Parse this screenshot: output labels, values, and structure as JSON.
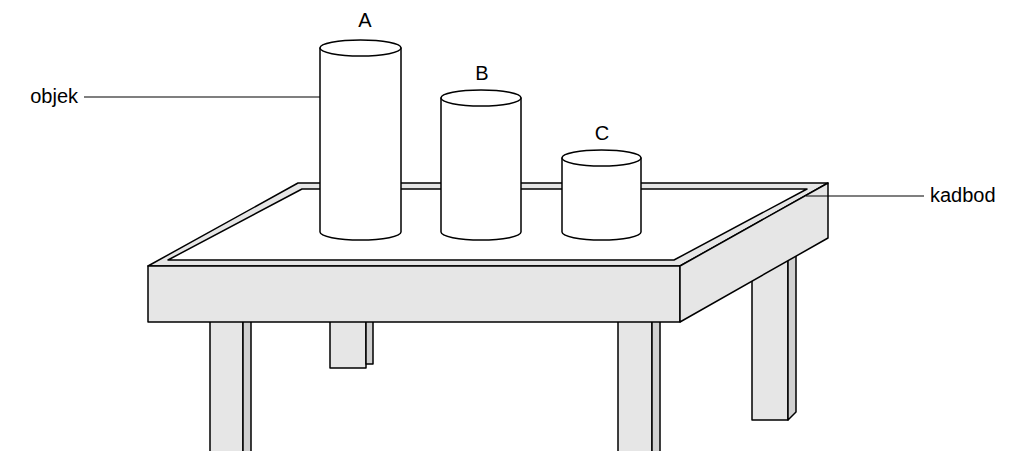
{
  "diagram": {
    "labels": [
      "A",
      "B",
      "C",
      "objek",
      "kadbod"
    ]
  }
}
